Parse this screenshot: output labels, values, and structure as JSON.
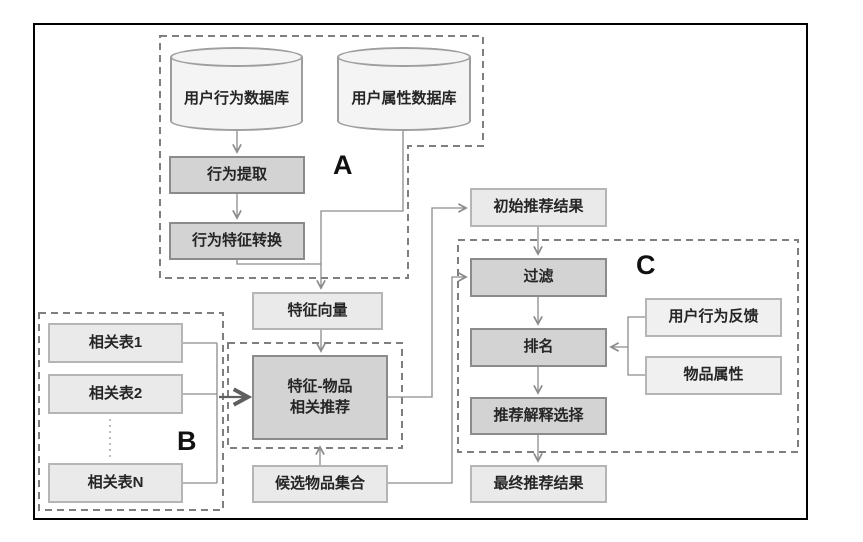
{
  "diagram": {
    "groups": {
      "a_label": "A",
      "b_label": "B",
      "c_label": "C"
    },
    "nodes": {
      "behavior_db": "用户行为数据库",
      "attribute_db": "用户属性数据库",
      "behavior_extract": "行为提取",
      "behavior_feature_convert": "行为特征转换",
      "feature_vector": "特征向量",
      "related_table_1": "相关表1",
      "related_table_2": "相关表2",
      "related_table_n": "相关表N",
      "feature_item_rec": "特征-物品\n相关推荐",
      "candidate_item_set": "候选物品集合",
      "initial_rec_result": "初始推荐结果",
      "filter": "过滤",
      "ranking": "排名",
      "rec_explain_select": "推荐解释选择",
      "final_rec_result": "最终推荐结果",
      "user_behavior_feedback": "用户行为反馈",
      "item_attribute": "物品属性"
    },
    "colors": {
      "dark_node_fill": "#d3d3d3",
      "dark_node_border": "#8b8b8b",
      "light_node_fill": "#eaeaea",
      "light_node_border": "#b5b5b5",
      "cylinder_fill": "#f4f4f4",
      "connector_line": "#8c8c8c",
      "dashed_outline": "#7f7f7f",
      "frame_border": "#000000",
      "text": "#252525"
    }
  }
}
